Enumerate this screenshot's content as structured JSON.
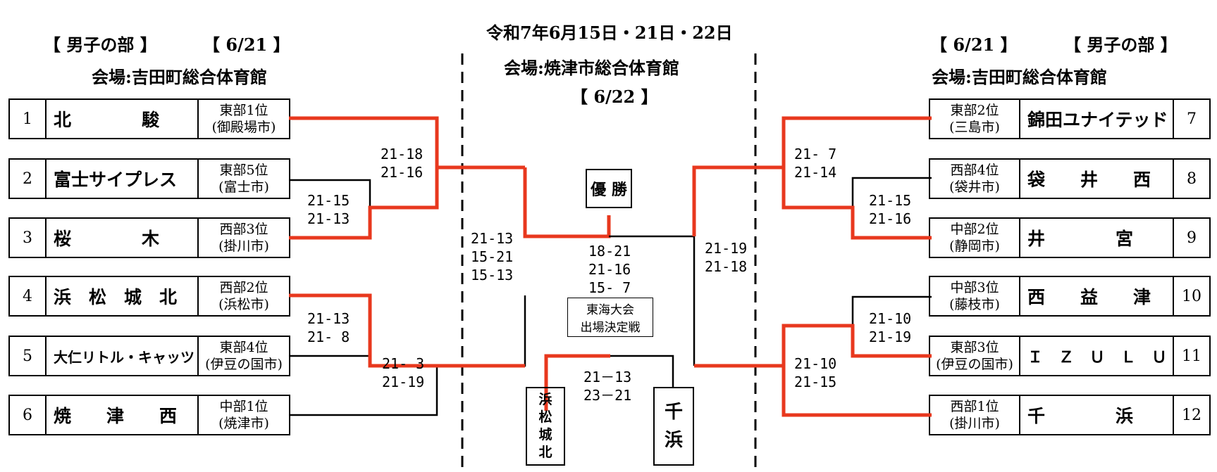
{
  "header": {
    "left_division": "【 男子の部 】",
    "left_date": "【 6/21 】",
    "left_venue": "会場:吉田町総合体育館",
    "center_dates": "令和7年6月15日・21日・22日",
    "center_venue": "会場:焼津市総合体育館",
    "center_date": "【 6/22 】",
    "right_date": "【 6/21 】",
    "right_division": "【 男子の部 】",
    "right_venue": "会場:吉田町総合体育館"
  },
  "left_teams": [
    {
      "seed": "1",
      "name": "北　　　　駿",
      "qual1": "東部1位",
      "qual2": "(御殿場市)"
    },
    {
      "seed": "2",
      "name": "富士サイプレス",
      "qual1": "東部5位",
      "qual2": "(富士市)"
    },
    {
      "seed": "3",
      "name": "桜　　　　木",
      "qual1": "西部3位",
      "qual2": "(掛川市)"
    },
    {
      "seed": "4",
      "name": "浜　松　城　北",
      "qual1": "西部2位",
      "qual2": "(浜松市)"
    },
    {
      "seed": "5",
      "name": "大仁リトル・キャッツ",
      "qual1": "東部4位",
      "qual2": "(伊豆の国市)"
    },
    {
      "seed": "6",
      "name": "焼　　津　　西",
      "qual1": "中部1位",
      "qual2": "(焼津市)"
    }
  ],
  "right_teams": [
    {
      "seed": "7",
      "name": "錦田ユナイテッド",
      "qual1": "東部2位",
      "qual2": "(三島市)"
    },
    {
      "seed": "8",
      "name": "袋　　井　　西",
      "qual1": "西部4位",
      "qual2": "(袋井市)"
    },
    {
      "seed": "9",
      "name": "井　　　　宮",
      "qual1": "中部2位",
      "qual2": "(静岡市)"
    },
    {
      "seed": "10",
      "name": "西　　益　　津",
      "qual1": "中部3位",
      "qual2": "(藤枝市)"
    },
    {
      "seed": "11",
      "name": "Ｉ　Ｚ　Ｕ　Ｌ　Ｕ",
      "qual1": "東部3位",
      "qual2": "(伊豆の国市)"
    },
    {
      "seed": "12",
      "name": "千　　　　浜",
      "qual1": "西部1位",
      "qual2": "(掛川市)"
    }
  ],
  "scores": {
    "l_2v3": "21-15\n21-13",
    "l_1v23": "21-18\n21-16",
    "l_4v5": "21-13\n21- 8",
    "l_45v6": "21- 3\n21-19",
    "l_semi": "21-13\n15-21\n15-13",
    "final": "18-21\n21-16\n15- 7",
    "r_8v9": "21-15\n21-16",
    "r_7v89": "21- 7\n21-14",
    "r_10v11": "21-10\n21-19",
    "r_1011v12": "21-10\n21-15",
    "r_semi": "21-19\n21-18",
    "third": "21－13\n23－21"
  },
  "center": {
    "champion_label": "優 勝",
    "tokai_line1": "東海大会",
    "tokai_line2": "出場決定戦",
    "third_left": "浜\n松\n城\n北",
    "third_right": "千\n浜"
  },
  "colors": {
    "winner_line": "#e8381e",
    "loser_line": "#000000"
  }
}
